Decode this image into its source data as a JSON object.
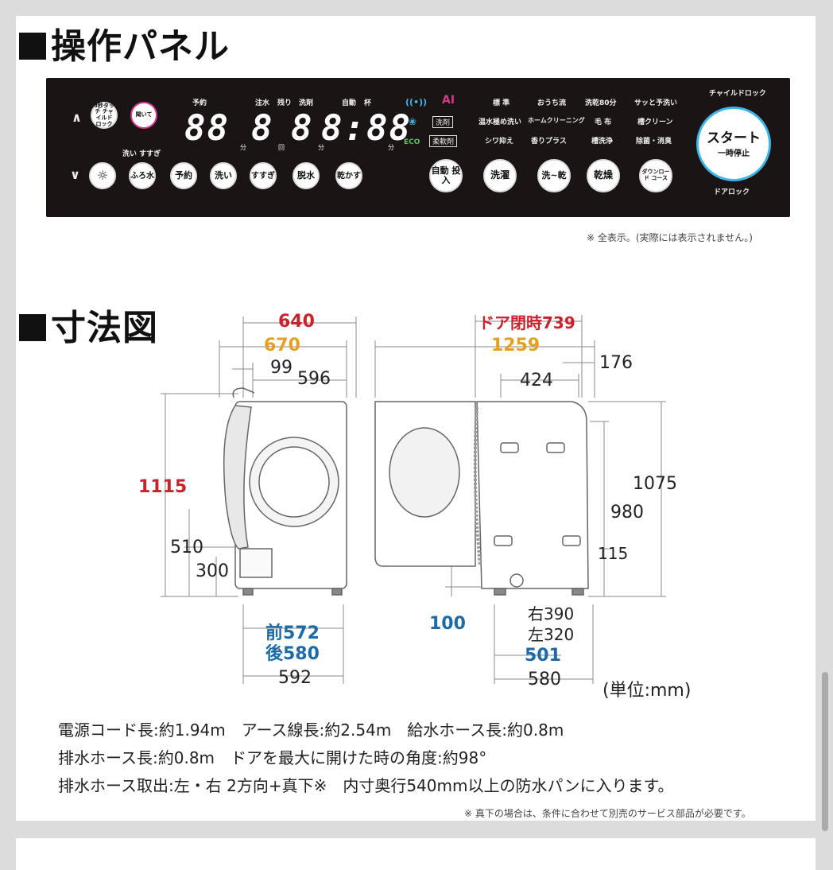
{
  "sections": {
    "panel_title": "操作パネル",
    "dimensions_title": "寸法図"
  },
  "panel": {
    "labels": {
      "yoyaku": "予約",
      "chusui": "注水",
      "nokori": "残り",
      "senzai": "洗剤",
      "jido": "自動",
      "hai": "杯",
      "arai_susugi": "洗い すすぎ",
      "ai": "AI",
      "eco": "ECO",
      "tag_senzai": "洗剤",
      "tag_junanzai": "柔軟剤",
      "child_lock": "チャイルドロック",
      "door_lock": "ドアロック"
    },
    "display": {
      "digits1": "88",
      "digits2": "8",
      "digits3": "8",
      "digits4": "8:88",
      "unit_fun": "分",
      "unit_kai": "回"
    },
    "buttons": {
      "child_lock_btn": "3秒タッチ チャイルド ロック",
      "kiite": "聞いて",
      "light": "",
      "furo": "ふろ水",
      "yoyaku": "予約",
      "arai": "洗い",
      "susugi": "すすぎ",
      "dassui": "脱水",
      "kawakasu": "乾かす",
      "jido_tonyu": "自動 投入",
      "sentaku": "洗濯",
      "sen_kan": "洗~乾",
      "kanso": "乾燥",
      "download": "ダウンロード コース",
      "start": "スタート",
      "pause": "一時停止"
    },
    "courses": [
      [
        "標 準",
        "おうち流",
        "洗乾80分",
        "サッと予洗い"
      ],
      [
        "温水極め洗い",
        "ホームクリーニング",
        "毛 布",
        "槽クリーン"
      ],
      [
        "シワ抑え",
        "香りプラス",
        "槽洗浄",
        "除菌・消臭"
      ]
    ]
  },
  "notes": {
    "display_note": "※ 全表示。(実際には表示されません。)",
    "bottom_note": "※ 真下の場合は、条件に合わせて別売のサービス部品が必要です。"
  },
  "dimensions": {
    "front": {
      "w640": "640",
      "w670": "670",
      "w99": "99",
      "w596": "596",
      "h1115": "1115",
      "h510": "510",
      "h300": "300",
      "front572": "前572",
      "back580": "後580",
      "w592": "592"
    },
    "side": {
      "door739": "ドア閉時739",
      "w1259": "1259",
      "w424": "424",
      "w176": "176",
      "h1075": "1075",
      "h980": "980",
      "h115": "115",
      "h100": "100",
      "right390": "右390",
      "left320": "左320",
      "w501": "501",
      "w580": "580",
      "unit": "(単位:mm)"
    }
  },
  "specs": [
    "電源コード長:約1.94m　アース線長:約2.54m　給水ホース長:約0.8m",
    "排水ホース長:約0.8m　ドアを最大に開けた時の角度:約98°",
    "排水ホース取出:左・右 2方向+真下※　内寸奥行540mm以上の防水パンに入ります。"
  ],
  "colors": {
    "red": "#c8232c",
    "orange": "#e6a021",
    "blue": "#1c6aa6",
    "panel_bg": "#1b1414",
    "start_ring": "#3fb6e6"
  }
}
